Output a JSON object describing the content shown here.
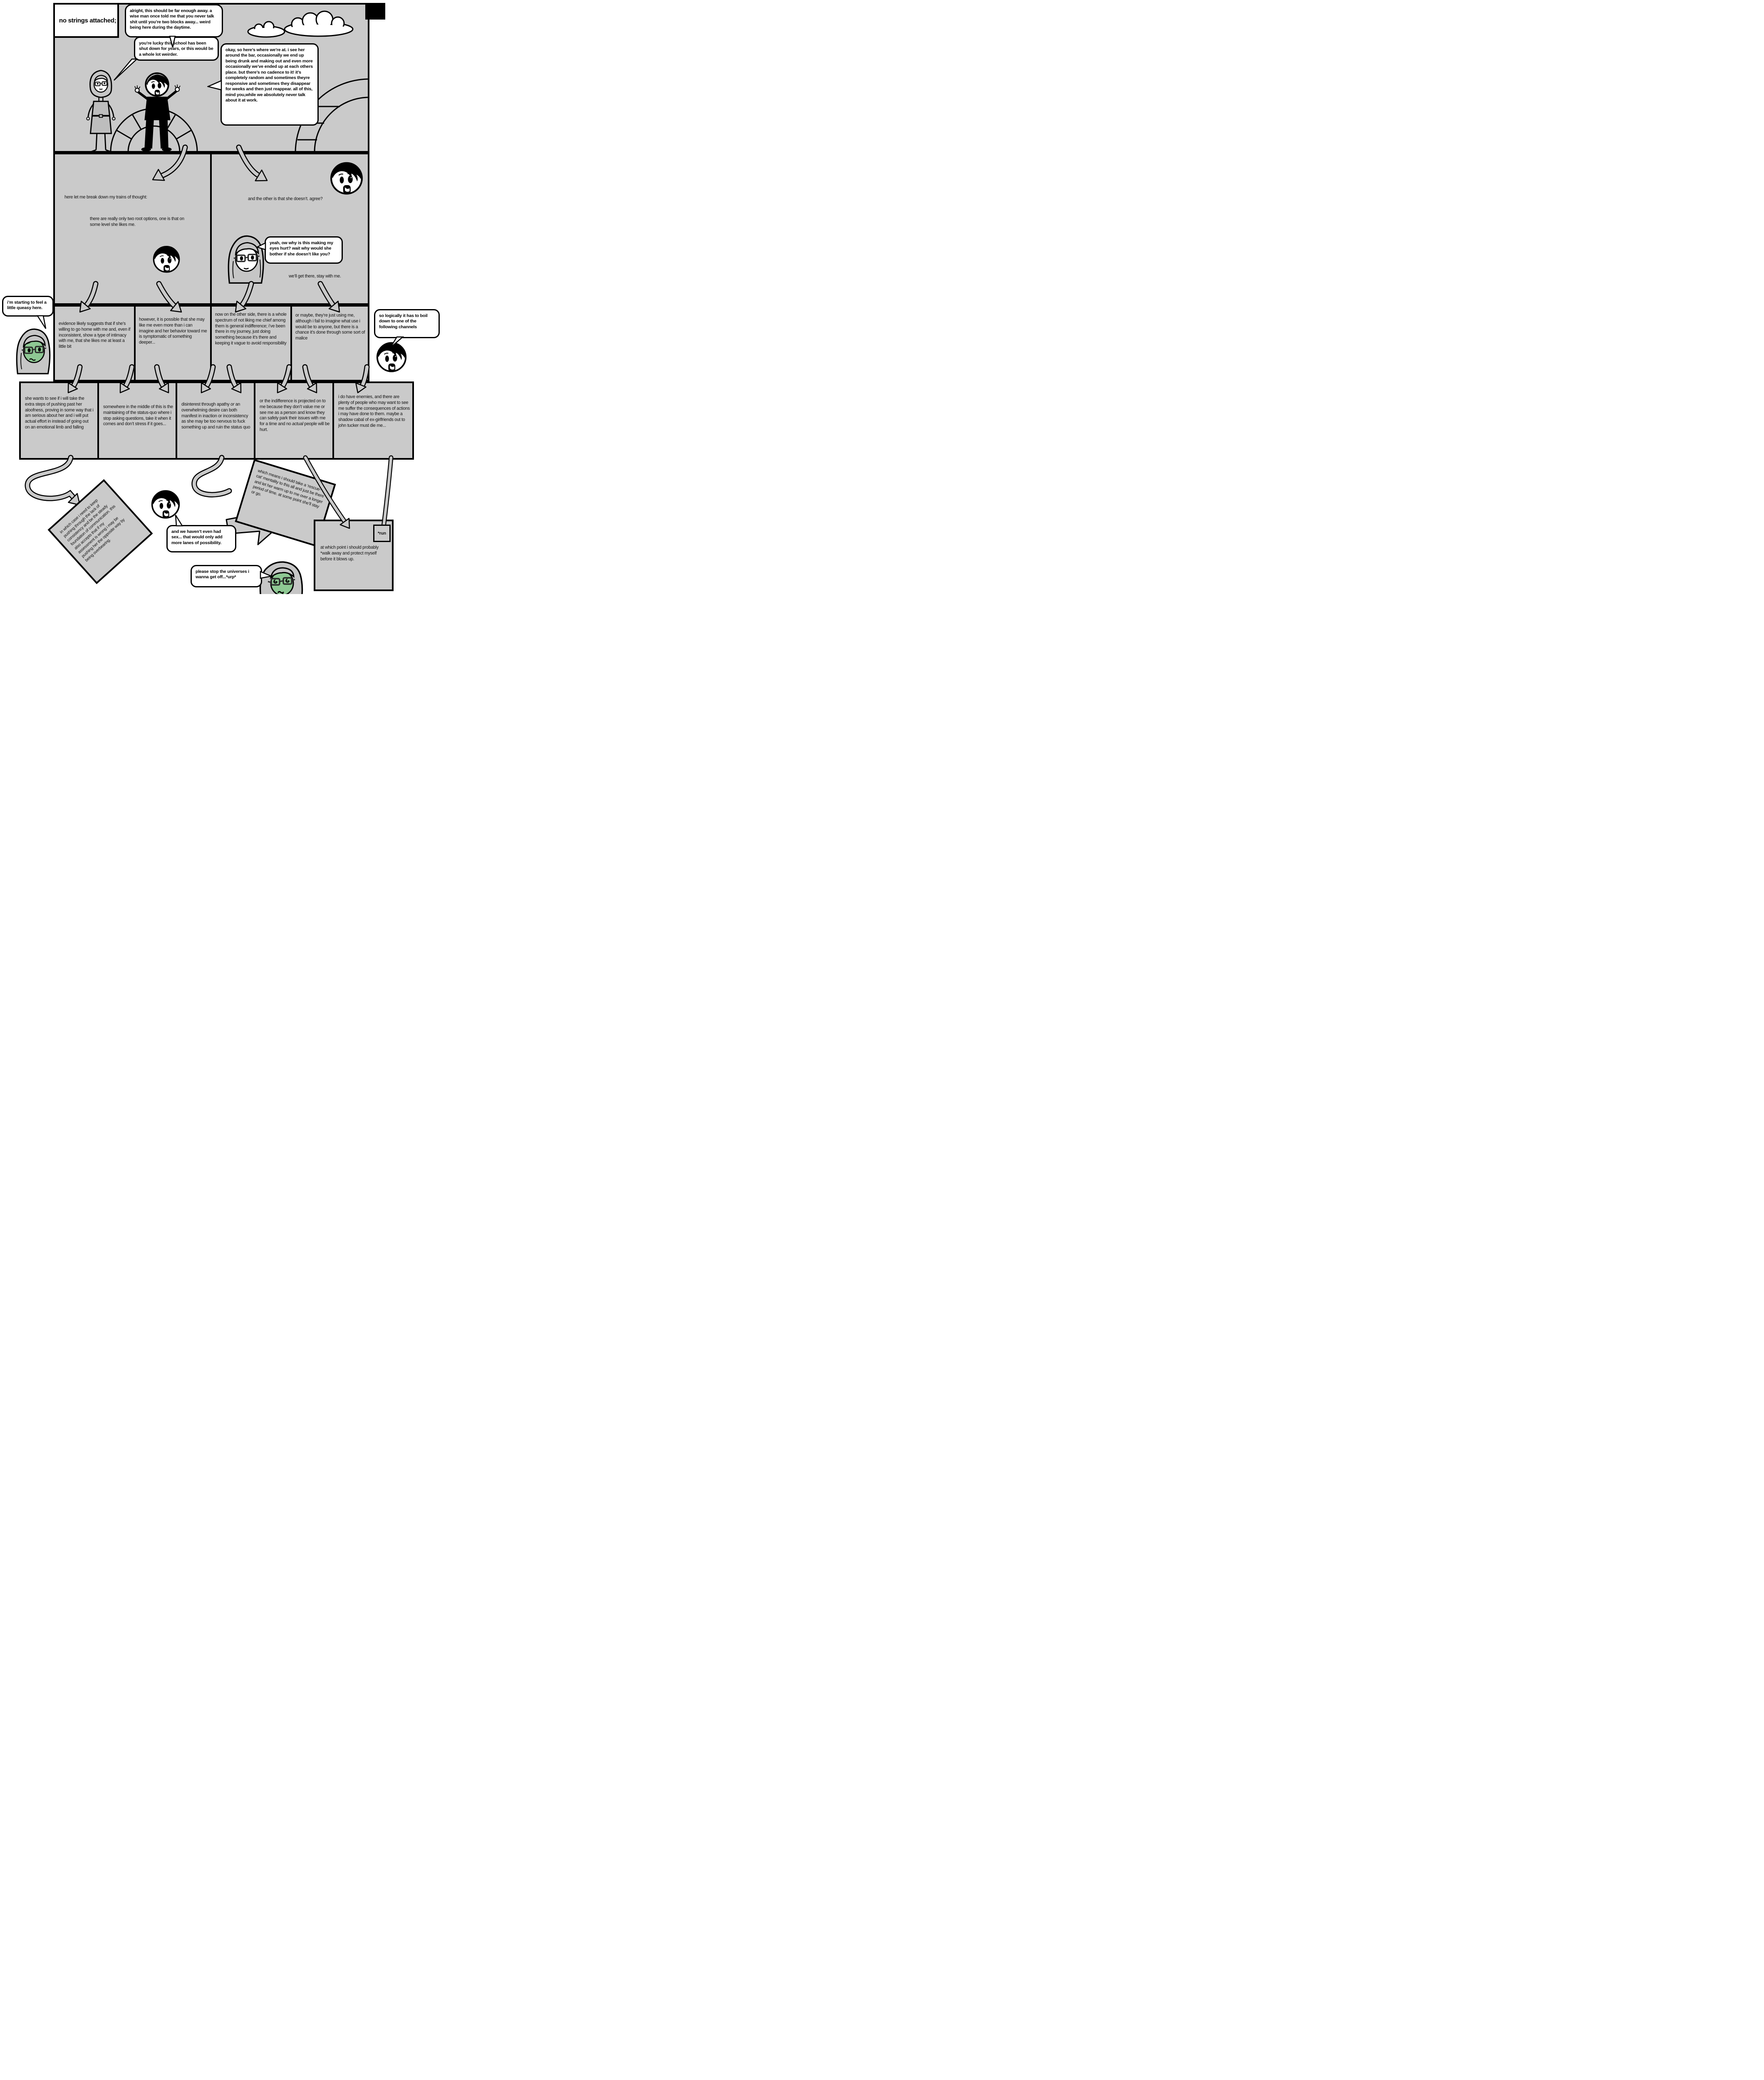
{
  "page_title": "no strings attached;",
  "colors": {
    "panel_gray": "#cacaca",
    "face_green": "#8ec893",
    "hair_gray": "#c6c6c6",
    "black": "#000000",
    "white": "#ffffff"
  },
  "top_panel": {
    "bubble1": "alright, this should be far enough away. a wise man once told me that you never talk shit until you’re two blocks away... weird being here during the daytime.",
    "bubble2": "you’re lucky this school has been shut down for years, or this would be a whole lot weirder.",
    "bubble3": "okay, so here’s where we’re at. i see her around the bar, occasionally we end up being drunk and making out and even more occasionally we’ve ended up at each others place. but there’s no cadence to it! it’s completely random and sometimes theyre responsive and sometimes they disappear for weeks and then just reappear. all of this, mind you,while we absolutely never talk about it at work."
  },
  "row2": {
    "left": {
      "intro": "here let me break down my trains of thought:",
      "option1": "there are really only two root options, one is that on some level she likes me."
    },
    "right": {
      "option2": "and the other is that she doesn’t. agree?",
      "bubble": "yeah, ow why is this making my eyes hurt? wait why would she bother if she doesn’t like you?",
      "reply": "we’ll get there, stay with me."
    }
  },
  "asides": {
    "left_bubble": "i’m starting to feel a little queasy here.",
    "right_bubble": "so logically it has to boil down to one of the following channels"
  },
  "row3": {
    "p1": "evidence likely suggests that if she’s willing to go home with me and, even if inconsistent, show a type of intimacy with me, that she likes me at least a little bit",
    "p2": "however, it is possible that she may like me even more than i can imagine and her behavior toward me is symptomatic of something deeper...",
    "p3": "now on the other side, there is a whole spectrum of not liking me chief among them is general indifference; i’ve been there in my journey, just doing something because it’s there and keeping it vague to avoid responsibility",
    "p4": "or maybe, they’re just using me, although i fail to imagine what use i would be to anyone, but there is a chance it’s done through some sort of malice"
  },
  "row4": {
    "p1": "she wants to see if i will take the extra steps of pushing past her aloofness, proving in some way that i am serious about her and i will put actual effort in instead of going out on an emotional limb and falling",
    "p2": "somewhere in the middle of this is the maintaining of the status-quo where i stop asking questions, take it when it comes and don’t stress if it goes...",
    "p3": {
      "pre": "disinterest through apathy ",
      "em": "or",
      "post": " an overwhelming desire can both manifest in inaction or inconsistency as she may be too nervous to fuck something up and ruin the status quo"
    },
    "p4": {
      "pre": "or the indifference is projected on to me because they don’t value me or see me as a person and know they can safely park their issues with me for a time and no ",
      "em": "actual",
      "post": " people will be hurt."
    },
    "p5": "i do have enemies, and there are plenty of people who may want to see me suffer the consequences of actions i may have done to them. maybe a shadow cabal of ex-girlfriends out to john tucker must die me..."
  },
  "bottom": {
    "case_panel": "in which case i need to keep pushing through the lack of consistency and be the steady foundation of communication. this also accepts that if my assessment is wrong i may be pushing her the opposite way by being overbearing.",
    "sex_bubble": "and we haven’t even had sex... that would only add more lanes of possibility.",
    "rescue_panel": "which means i should take a ‘rescue-cat’ mentality to this all and just be there and let her warm up to me over a longer period of time. at some point she’ll stay or go.",
    "final_panel": "at which point i should probably *walk away and protect myself before it blows up.",
    "run_note": "*run",
    "urp_bubble": "please stop the universes i wanna get off...*urp*"
  }
}
